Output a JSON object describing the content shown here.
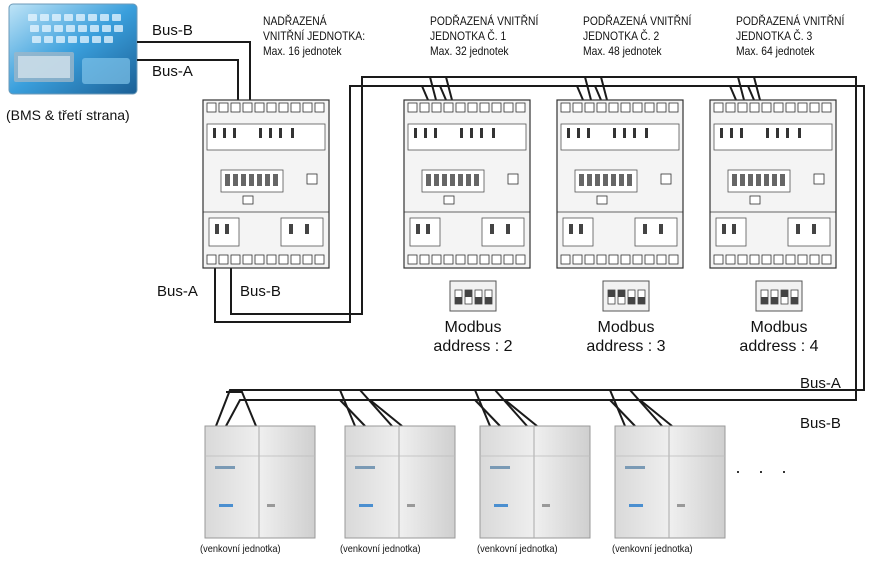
{
  "bms": {
    "caption": "(BMS & třetí strana)"
  },
  "bus_labels": {
    "top_b": "Bus-B",
    "top_a": "Bus-A",
    "lower_a": "Bus-A",
    "lower_b": "Bus-B",
    "right_a": "Bus-A",
    "right_b": "Bus-B"
  },
  "gateways": [
    {
      "line1": "NADŘAZENÁ",
      "line2": "VNITŘNÍ JEDNOTKA:",
      "line3": "Max. 16 jednotek"
    },
    {
      "line1": "PODŘAZENÁ VNITŘNÍ",
      "line2": "JEDNOTKA Č. 1",
      "line3": "Max. 32 jednotek"
    },
    {
      "line1": "PODŘAZENÁ VNITŘNÍ",
      "line2": "JEDNOTKA Č. 2",
      "line3": "Max. 48 jednotek"
    },
    {
      "line1": "PODŘAZENÁ VNITŘNÍ",
      "line2": "JEDNOTKA Č. 3",
      "line3": "Max. 64 jednotek"
    }
  ],
  "modbus": [
    {
      "line1": "Modbus",
      "line2": "address : 2"
    },
    {
      "line1": "Modbus",
      "line2": "address : 3"
    },
    {
      "line1": "Modbus",
      "line2": "address : 4"
    }
  ],
  "outdoor_units": [
    {
      "caption": "(venkovní jednotka)"
    },
    {
      "caption": "(venkovní jednotka)"
    },
    {
      "caption": "(venkovní jednotka)"
    },
    {
      "caption": "(venkovní jednotka)"
    }
  ],
  "ellipsis": "· · ·",
  "colors": {
    "wire": "#1a1a1a",
    "module_fill": "#f4f4f4",
    "bms_blue": "#2a8fd0"
  }
}
